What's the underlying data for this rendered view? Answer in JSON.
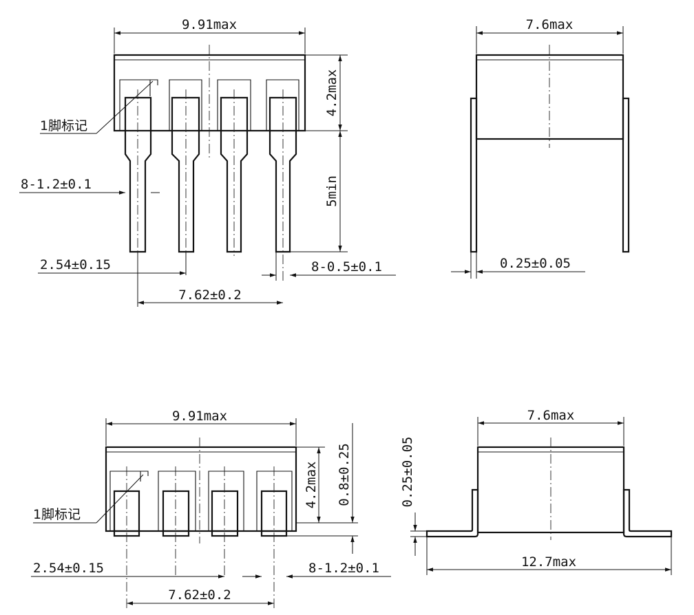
{
  "views": {
    "top_left": {
      "width_label": "9.91max",
      "height_label": "4.2max",
      "lead_length_label": "5min",
      "pin1_label": "1脚标记",
      "lead_width_label": "8-1.2±0.1",
      "pitch_label": "2.54±0.15",
      "row_spacing_label": "7.62±0.2",
      "lead_thickness_label": "8-0.5±0.1"
    },
    "top_right": {
      "width_label": "7.6max",
      "thickness_label": "0.25±0.05"
    },
    "bottom_left": {
      "width_label": "9.91max",
      "height_label": "4.2max",
      "standoff_label": "0.8±0.25",
      "pin1_label": "1脚标记",
      "pitch_label": "2.54±0.15",
      "row_spacing_label": "7.62±0.2",
      "lead_width_label": "8-1.2±0.1"
    },
    "bottom_right": {
      "width_label": "7.6max",
      "thickness_label": "0.25±0.05",
      "overall_label": "12.7max"
    }
  }
}
